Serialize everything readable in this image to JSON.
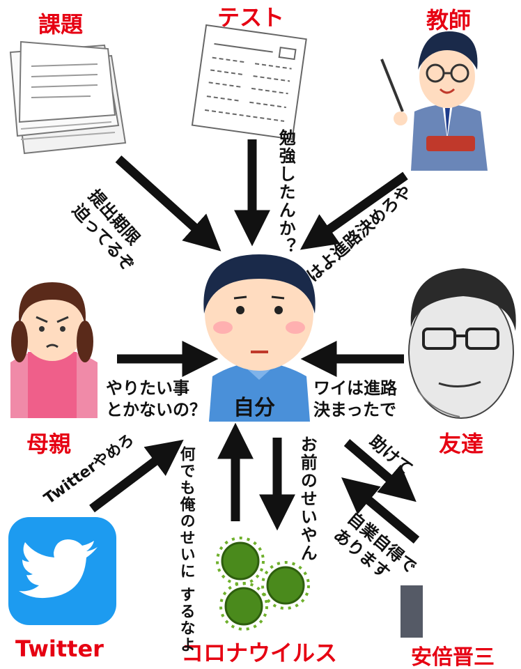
{
  "nodes": {
    "assignments": "課題",
    "test": "テスト",
    "teacher": "教師",
    "mother": "母親",
    "friend": "友達",
    "twitter": "Twitter",
    "coronavirus": "コロナウイルス",
    "abe": "安倍晋三",
    "self": "自分"
  },
  "edges": {
    "assignments_line1": "提出期限",
    "assignments_line2": "迫ってるぞ",
    "test": "勉強したんか？",
    "teacher": "はよ進路決めろや",
    "mother_line1": "やりたい事",
    "mother_line2": "とかないの？",
    "friend_line1": "ワイは進路",
    "friend_line2": "決まったで",
    "twitter": "Twitterやめろ",
    "self_to_corona": "お前のせいやん",
    "corona_line1": "何でも俺のせいに",
    "corona_line2": "するなよ",
    "self_to_abe": "助けて",
    "abe_line1": "自業自得で",
    "abe_line2": "あります"
  },
  "colors": {
    "label_red": "#e60012",
    "arrow": "#111111",
    "twitter_blue": "#1d9bf0",
    "shirt_blue": "#4a90d9",
    "virus_green": "#4a8a1c"
  }
}
